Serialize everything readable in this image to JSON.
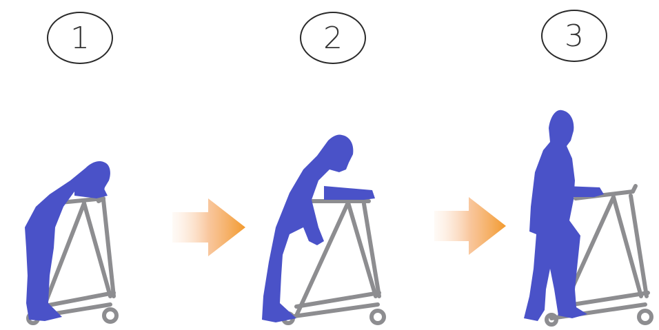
{
  "steps": [
    {
      "number": "1"
    },
    {
      "number": "2"
    },
    {
      "number": "3"
    }
  ],
  "colors": {
    "figure": "#4a52c8",
    "walker": "#8d8d90",
    "arrow_start": "#fde6d4",
    "arrow_end": "#f29a2e"
  },
  "icons": [
    "person-silhouette-icon",
    "walker-icon",
    "arrow-right-icon"
  ]
}
